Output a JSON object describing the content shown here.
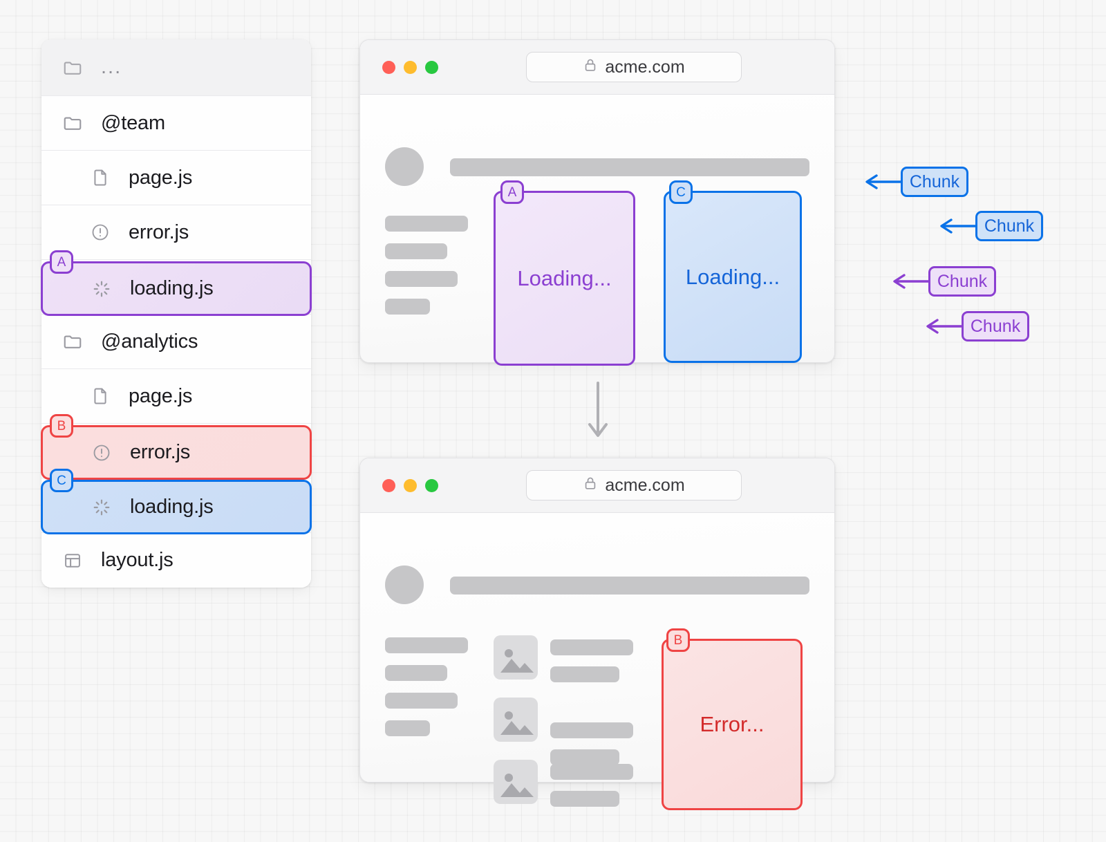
{
  "file_tree": {
    "header": {
      "label": "...",
      "icon": "folder-icon"
    },
    "rows": [
      {
        "label": "@team",
        "icon": "folder-icon",
        "indent": 1,
        "highlight": null
      },
      {
        "label": "page.js",
        "icon": "file-icon",
        "indent": 2,
        "highlight": null
      },
      {
        "label": "error.js",
        "icon": "alert-circle-icon",
        "indent": 2,
        "highlight": null
      },
      {
        "label": "loading.js",
        "icon": "spinner-icon",
        "indent": 2,
        "highlight": "A"
      },
      {
        "label": "@analytics",
        "icon": "folder-icon",
        "indent": 1,
        "highlight": null
      },
      {
        "label": "page.js",
        "icon": "file-icon",
        "indent": 2,
        "highlight": null
      },
      {
        "label": "error.js",
        "icon": "alert-circle-icon",
        "indent": 2,
        "highlight": "B"
      },
      {
        "label": "loading.js",
        "icon": "spinner-icon",
        "indent": 2,
        "highlight": "C"
      },
      {
        "label": "layout.js",
        "icon": "layout-icon",
        "indent": 1,
        "highlight": null
      }
    ]
  },
  "badges": {
    "a": {
      "letter": "A",
      "color": "#8b3fd1"
    },
    "b": {
      "letter": "B",
      "color": "#ef4444"
    },
    "c": {
      "letter": "C",
      "color": "#0a72e8"
    }
  },
  "browser_top": {
    "url": "acme.com",
    "lock_icon": "lock-icon",
    "traffic_lights": [
      "close-red",
      "minimize-yellow",
      "maximize-green"
    ],
    "panel_a": {
      "label": "Loading...",
      "badge": "A",
      "color": "#8b3fd1"
    },
    "panel_c": {
      "label": "Loading...",
      "badge": "C",
      "color": "#0a72e8"
    }
  },
  "browser_bottom": {
    "url": "acme.com",
    "lock_icon": "lock-icon",
    "traffic_lights": [
      "close-red",
      "minimize-yellow",
      "maximize-green"
    ],
    "panel_b": {
      "label": "Error...",
      "badge": "B",
      "color": "#ef4444"
    }
  },
  "flow": {
    "arrow": "down-arrow-icon"
  },
  "chunks": [
    {
      "label": "Chunk",
      "color": "#0a72e8",
      "variant": "blue"
    },
    {
      "label": "Chunk",
      "color": "#0a72e8",
      "variant": "blue"
    },
    {
      "label": "Chunk",
      "color": "#8b3fd1",
      "variant": "purple"
    },
    {
      "label": "Chunk",
      "color": "#8b3fd1",
      "variant": "purple"
    }
  ]
}
